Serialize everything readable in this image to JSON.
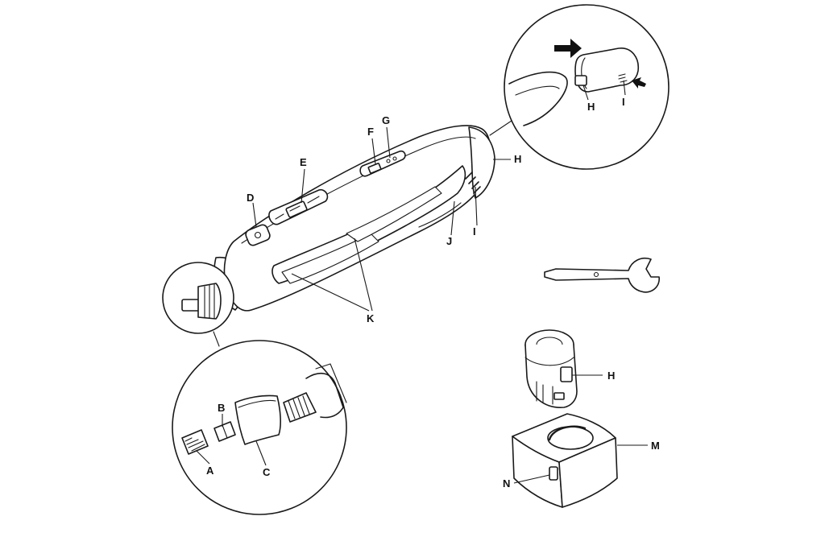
{
  "labels": {
    "A": "A",
    "B": "B",
    "C": "C",
    "D": "D",
    "E": "E",
    "F": "F",
    "G": "G",
    "H": "H",
    "I": "I",
    "J": "J",
    "K": "K",
    "M": "M",
    "N": "N"
  }
}
